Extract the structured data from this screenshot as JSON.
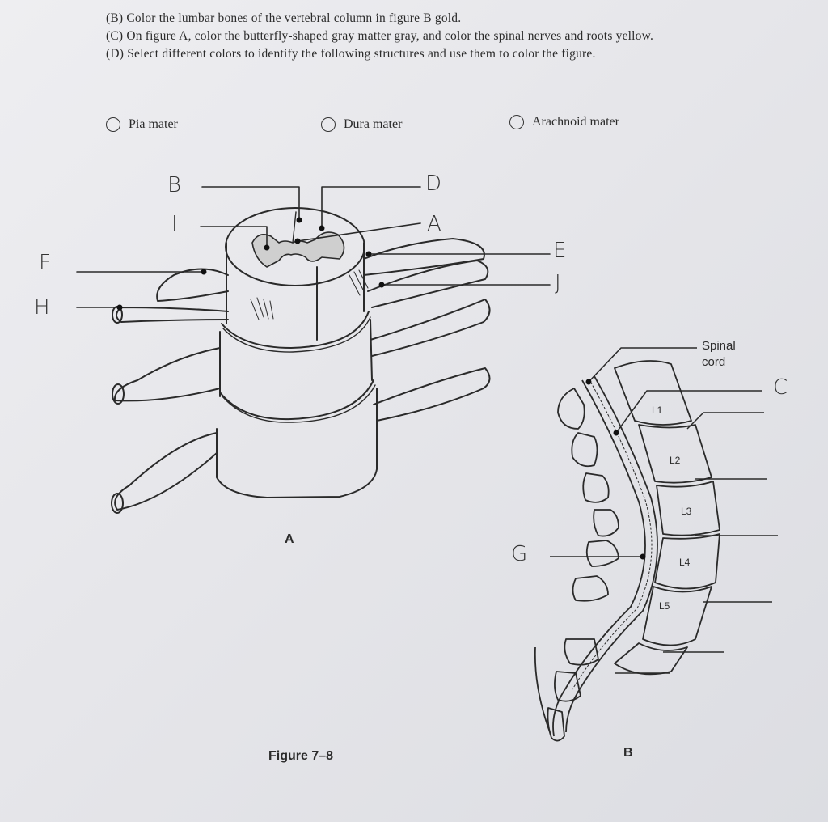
{
  "instructions": {
    "b": "(B) Color the lumbar bones of the vertebral column in figure B gold.",
    "c": "(C) On figure A, color the butterfly-shaped gray matter gray, and color the spinal nerves and roots yellow.",
    "d": "(D) Select different colors to identify the following structures and use them to color the figure."
  },
  "options": {
    "pia": "Pia mater",
    "dura": "Dura mater",
    "arachnoid": "Arachnoid mater"
  },
  "figure_a": {
    "caption": "A",
    "labels": {
      "b": "B",
      "i": "I",
      "d": "D",
      "a": "A",
      "f": "F",
      "h": "H",
      "e": "E",
      "j": "J"
    }
  },
  "figure_b": {
    "caption": "B",
    "spinal_cord_label_1": "Spinal",
    "spinal_cord_label_2": "cord",
    "c_label": "C",
    "g_label": "G",
    "vertebrae": [
      "L1",
      "L2",
      "L3",
      "L4",
      "L5"
    ]
  },
  "figure_caption": "Figure 7–8"
}
